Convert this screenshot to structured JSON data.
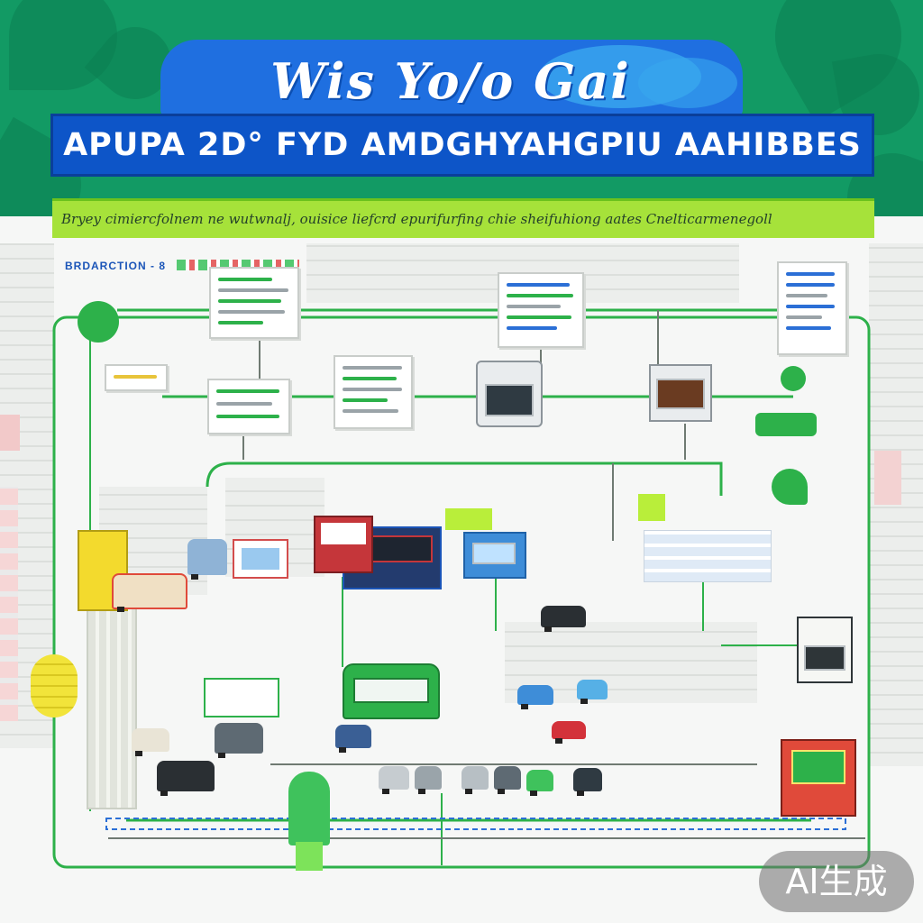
{
  "header": {
    "title": "Wis Yo/o Gai",
    "subtitle": "APUPA 2D° FYD AMDGHYAHGPIU AAHIBBES",
    "tagline": "Bryey cimiercfolnem ne wutwnalj, ouisice liefcrd epurifurfing chie sheifuhiong aates Cnelticarmenegoll"
  },
  "diagram": {
    "section_label": "BRDARCTION - 8"
  },
  "watermark": {
    "text": "AI生成"
  },
  "colors": {
    "header_green": "#129a64",
    "title_blue": "#1f6fe0",
    "subtitle_blue": "#0d55c8",
    "tagline_lime": "#a6e23a",
    "connector_green": "#2db14a"
  }
}
